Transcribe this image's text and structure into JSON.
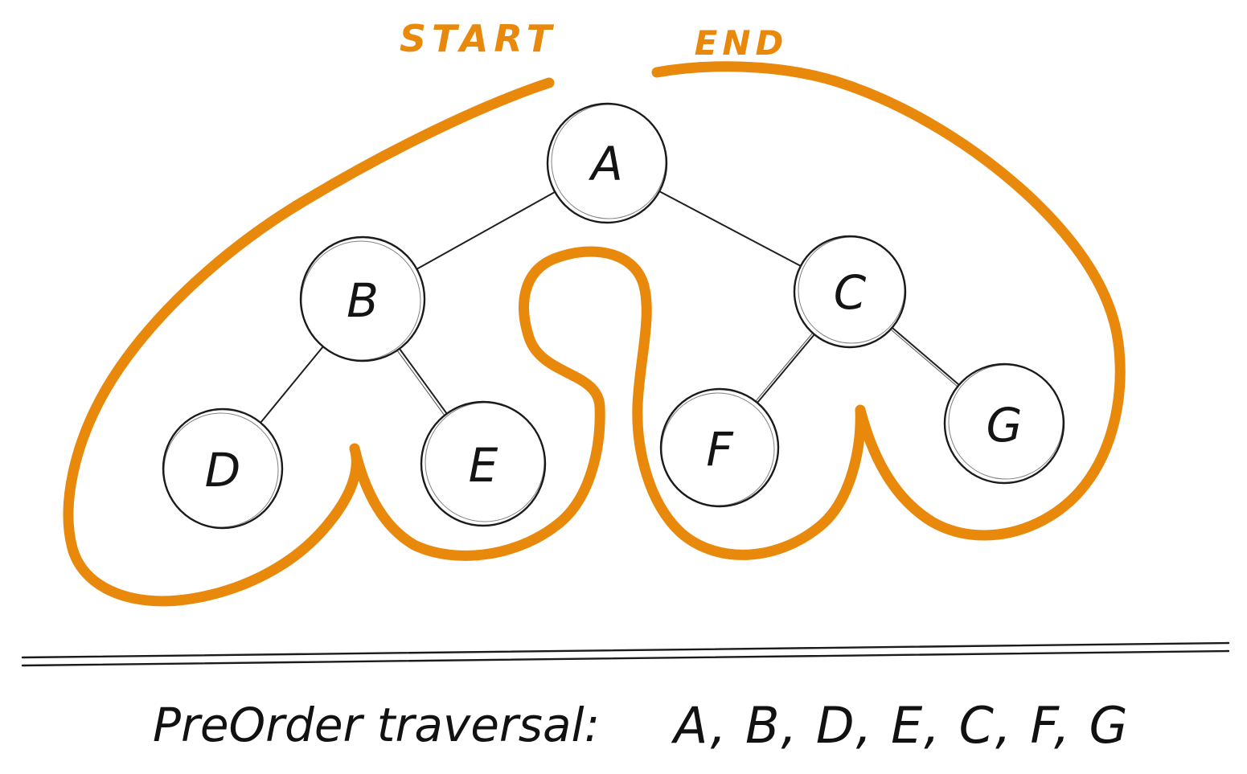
{
  "diagram": {
    "type": "binary-tree-traversal",
    "labels": {
      "start": "START",
      "end": "END"
    },
    "nodes": [
      {
        "id": "A",
        "label": "A",
        "role": "root"
      },
      {
        "id": "B",
        "label": "B",
        "role": "left child of A"
      },
      {
        "id": "C",
        "label": "C",
        "role": "right child of A"
      },
      {
        "id": "D",
        "label": "D",
        "role": "left child of B"
      },
      {
        "id": "E",
        "label": "E",
        "role": "right child of B"
      },
      {
        "id": "F",
        "label": "F",
        "role": "left child of C"
      },
      {
        "id": "G",
        "label": "G",
        "role": "right child of C"
      }
    ],
    "edges": [
      "A-B",
      "A-C",
      "B-D",
      "B-E",
      "C-F",
      "C-G"
    ],
    "traversal_name": "PreOrder",
    "caption_label": "PreOrder traversal:",
    "caption_sequence": "A, B, D, E, C, F, G"
  },
  "colors": {
    "accent_orange": "#E8890C",
    "ink": "#1b1b1b"
  }
}
